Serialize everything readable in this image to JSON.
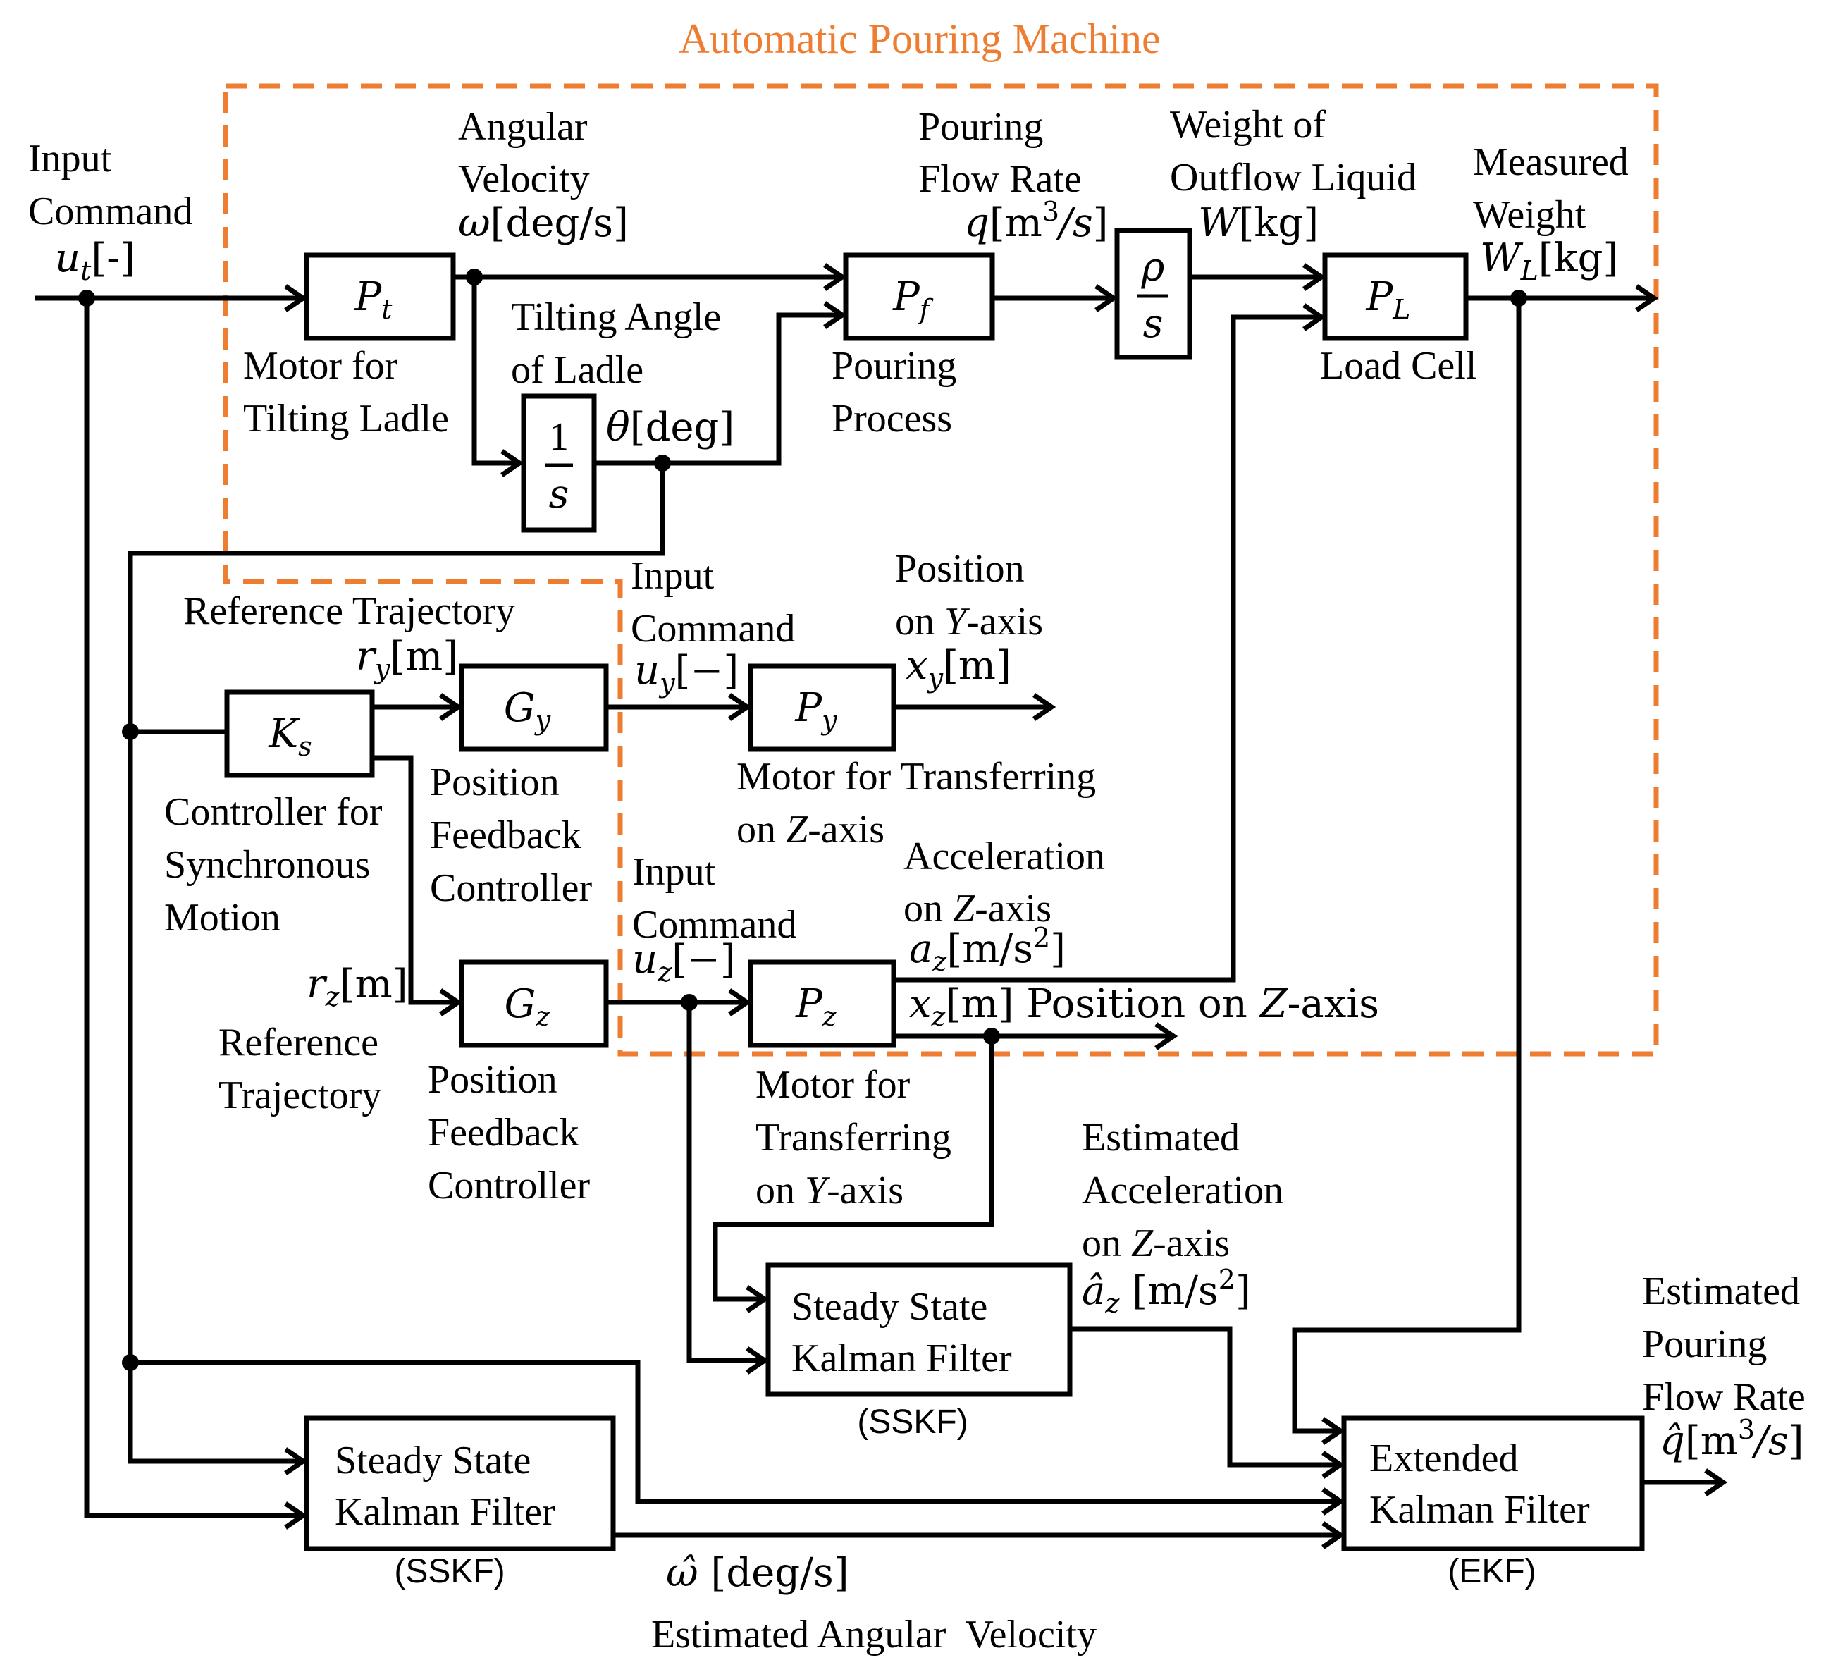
{
  "title": "Automatic Pouring Machine",
  "accent_color": "#ED7D31",
  "blocks": {
    "Pt": "Pt",
    "integrator": "1/s",
    "Pf": "Pf",
    "rho_s": "ρ/s",
    "PL": "PL",
    "Ks": "Ks",
    "Gy": "Gy",
    "Gz": "Gz",
    "Py": "Py",
    "Pz": "Pz",
    "sskf_z_line1": "Steady State",
    "sskf_z_line2": "Kalman Filter",
    "sskf_w_line1": "Steady State",
    "sskf_w_line2": "Kalman Filter",
    "ekf_line1": "Extended",
    "ekf_line2": "Kalman Filter"
  },
  "labels": {
    "input_command_1": "Input",
    "input_command_2": "Command",
    "ut": "ut[-]",
    "angular_velocity_1": "Angular",
    "angular_velocity_2": "Velocity",
    "omega": "ω[deg/s]",
    "tilting_angle_1": "Tilting Angle",
    "tilting_angle_2": "of Ladle",
    "theta": "θ[deg]",
    "motor_tilting_1": "Motor for",
    "motor_tilting_2": "Tilting Ladle",
    "pouring_flow_1": "Pouring",
    "pouring_flow_2": "Flow Rate",
    "q": "q[m3/s]",
    "pouring_process_1": "Pouring",
    "pouring_process_2": "Process",
    "weight_outflow_1": "Weight of",
    "weight_outflow_2": "Outflow Liquid",
    "W": "W[kg]",
    "measured_weight_1": "Measured",
    "measured_weight_2": "Weight",
    "WL": "WL[kg]",
    "load_cell": "Load Cell",
    "ref_traj_y": "Reference Trajectory",
    "ry": "ry[m]",
    "input_cmd_y_1": "Input",
    "input_cmd_y_2": "Command",
    "uy": "uy[−]",
    "position_y_1": "Position",
    "position_y_2": "on Y-axis",
    "xy": "xy[m]",
    "controller_sync_1": "Controller for",
    "controller_sync_2": "Synchronous",
    "controller_sync_3": "Motion",
    "pos_fb_y_1": "Position",
    "pos_fb_y_2": "Feedback",
    "pos_fb_y_3": "Controller",
    "motor_transfer_z_1": "Motor for Transferring",
    "motor_transfer_z_2": "on Z-axis",
    "input_cmd_z_1": "Input",
    "input_cmd_z_2": "Command",
    "uz": "uz[−]",
    "accel_z_1": "Acceleration",
    "accel_z_2": "on Z-axis",
    "az": "az[m/s2]",
    "rz": "rz[m]",
    "ref_traj_z_1": "Reference",
    "ref_traj_z_2": "Trajectory",
    "pos_fb_z_1": "Position",
    "pos_fb_z_2": "Feedback",
    "pos_fb_z_3": "Controller",
    "xz": "xz[m] Position on Z-axis",
    "motor_transfer_y_1": "Motor for",
    "motor_transfer_y_2": "Transferring",
    "motor_transfer_y_3": "on Y-axis",
    "est_accel_1": "Estimated",
    "est_accel_2": "Acceleration",
    "est_accel_3": "on Z-axis",
    "az_hat": "âz [m/s2]",
    "sskf_tag_1": "(SSKF)",
    "sskf_tag_2": "(SSKF)",
    "ekf_tag": "(EKF)",
    "est_flow_1": "Estimated",
    "est_flow_2": "Pouring",
    "est_flow_3": "Flow Rate",
    "q_hat": "q̂[m3/s]",
    "omega_hat": "ω̂ [deg/s]",
    "est_ang_vel": "Estimated Angular  Velocity"
  }
}
